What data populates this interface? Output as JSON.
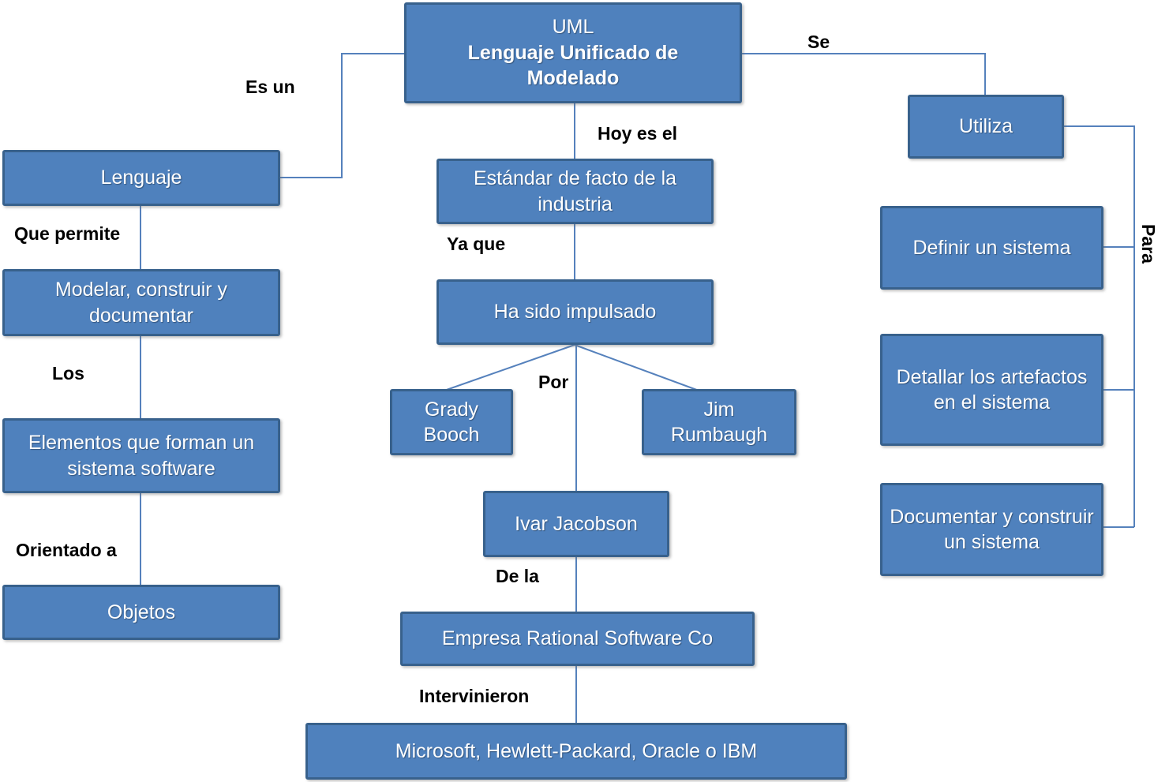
{
  "colors": {
    "node_fill": "#4F81BD",
    "node_border": "#38618C",
    "node_text": "#FFFFFF",
    "connector": "#5581BC",
    "edge_label_text": "#000000",
    "background": "#FFFFFF"
  },
  "nodes": {
    "uml_line1": "UML",
    "uml_line2": "Lenguaje Unificado de Modelado",
    "lenguaje": "Lenguaje",
    "modelar": "Modelar, construir y documentar",
    "elementos": "Elementos que forman un sistema software",
    "objetos": "Objetos",
    "estandar": "Estándar de facto de la industria",
    "impulsado": "Ha sido impulsado",
    "grady_booch": "Grady Booch",
    "jim_rumbaugh": "Jim Rumbaugh",
    "ivar_jacobson": "Ivar Jacobson",
    "empresa": "Empresa Rational Software Co",
    "empresas_participantes": "Microsoft, Hewlett-Packard, Oracle o IBM",
    "utiliza": "Utiliza",
    "definir": "Definir un sistema",
    "detallar": "Detallar los artefactos en el sistema",
    "documentar": "Documentar y construir un sistema"
  },
  "edge_labels": {
    "es_un": "Es un",
    "se": "Se",
    "hoy_es_el": "Hoy es el",
    "que_permite": "Que permite",
    "los": "Los",
    "orientado_a": "Orientado a",
    "ya_que": "Ya que",
    "por": "Por",
    "de_la": "De la",
    "intervinieron": "Intervinieron",
    "para": "Para"
  }
}
